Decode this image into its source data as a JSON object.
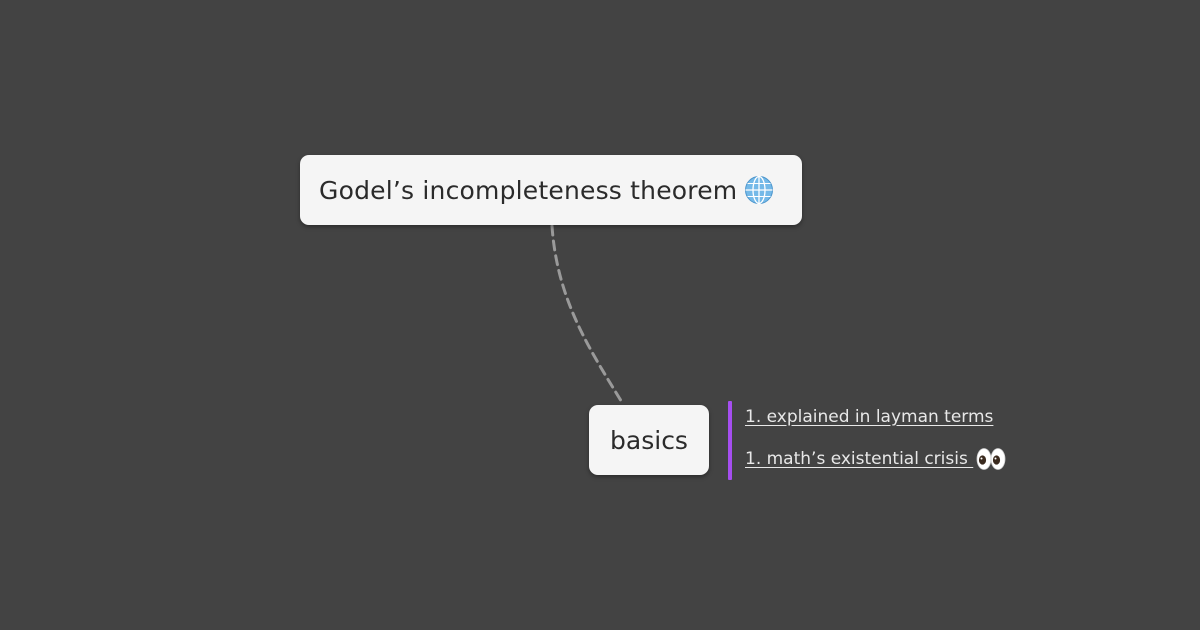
{
  "mindmap": {
    "root": {
      "label": "Godel’s incompleteness theorem",
      "icon": "globe-icon"
    },
    "child": {
      "label": "basics"
    },
    "notes": {
      "accent_color": "#a54ef0",
      "links": [
        {
          "label": "1. explained in layman terms"
        },
        {
          "label": "1. math’s existential crisis ",
          "icon": "eyes-icon"
        }
      ]
    },
    "connector": {
      "style": "dashed",
      "color": "#9a9a9a"
    },
    "colors": {
      "background": "#434343",
      "node_fill": "#f5f5f5",
      "node_text": "#2b2b2b"
    }
  }
}
